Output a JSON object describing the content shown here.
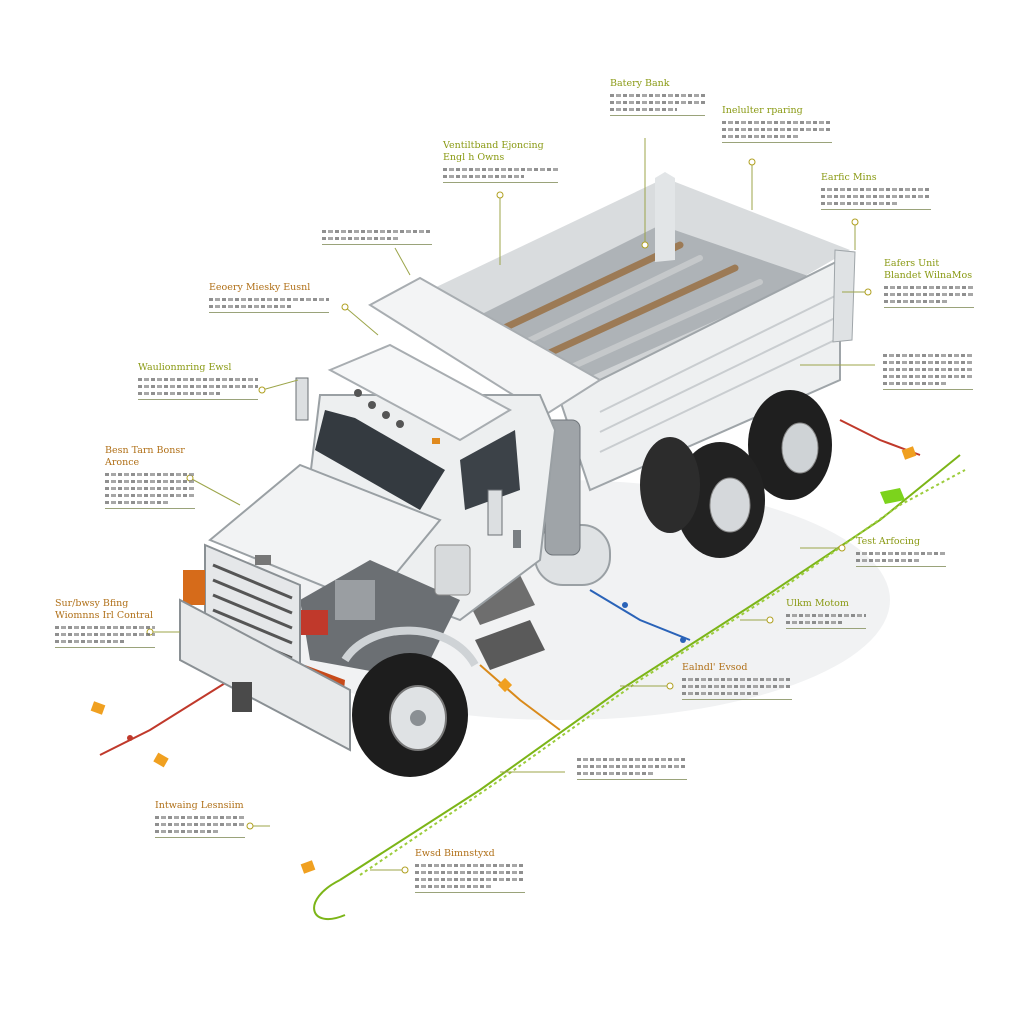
{
  "colors": {
    "accent_green": "#7cb518",
    "accent_orange": "#d98a1b",
    "wire_red": "#c0392b",
    "wire_blue": "#2a63b8",
    "truck_body": "#eef0f1",
    "truck_shadow": "#b9bec2",
    "tire": "#222222"
  },
  "callouts": [
    {
      "title": "Batery Bank",
      "color": "#8a9a14"
    },
    {
      "title": "Inelulter rparing",
      "color": "#8a9a14"
    },
    {
      "title": "Ventiltband Ejoncing\nEngl h Owns",
      "color": "#8a9a14"
    },
    {
      "title": "Earfic Mins",
      "color": "#8a9a14"
    },
    {
      "title": "Eafers Unit\nBlandet WilnaMos",
      "color": "#8a9a14"
    },
    {
      "title": "Eeoery Miesky Eusnl",
      "color": "#b07018"
    },
    {
      "title": "Waulionmring Ewsl",
      "color": "#8a9a14"
    },
    {
      "title": "Besn Tarn Bonsr Aronce",
      "color": "#b07018"
    },
    {
      "title": "Test Arfocing",
      "color": "#8a9a14"
    },
    {
      "title": "Ulkm Motom",
      "color": "#8a9a14"
    },
    {
      "title": "Sur/bwsy Bfing\nWiomnns Irl Contral",
      "color": "#b07018"
    },
    {
      "title": "Ealndl' Evsod",
      "color": "#b07018"
    },
    {
      "title": "Intwaing Lesnsiim",
      "color": "#b07018"
    },
    {
      "title": "Ewsd Bimnstyxd",
      "color": "#b07018"
    }
  ]
}
